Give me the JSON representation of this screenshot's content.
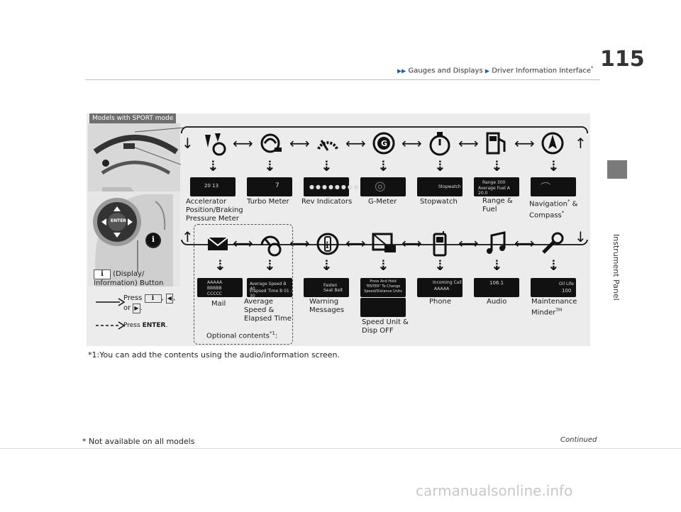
{
  "header": {
    "breadcrumb_1": "Gauges and Displays",
    "breadcrumb_2": "Driver Information Interface",
    "breadcrumb_star": "*"
  },
  "page_number": "115",
  "side_label": "Instrument Panel",
  "models_tag": "Models with SPORT mode",
  "top_row": [
    {
      "icon": "accelerator-meter-icon",
      "label": "Accelerator Position/Braking Pressure Meter"
    },
    {
      "icon": "turbo-meter-icon",
      "label": "Turbo Meter"
    },
    {
      "icon": "rev-indicator-icon",
      "label": "Rev Indicators"
    },
    {
      "icon": "g-meter-icon",
      "label": "G-Meter"
    },
    {
      "icon": "stopwatch-icon",
      "label": "Stopwatch"
    },
    {
      "icon": "fuel-pump-icon",
      "label": "Range & Fuel"
    },
    {
      "icon": "compass-icon",
      "label": "Navigation",
      "label_tail": "& Compass"
    }
  ],
  "bottom_row": [
    {
      "icon": "mail-icon",
      "label": "Mail"
    },
    {
      "icon": "speed-time-icon",
      "label": "Average Speed & Elapsed Time"
    },
    {
      "icon": "warning-icon",
      "label": "Warning Messages"
    },
    {
      "icon": "speed-unit-icon",
      "label": "Speed Unit & Disp OFF"
    },
    {
      "icon": "phone-icon",
      "label": "Phone"
    },
    {
      "icon": "music-note-icon",
      "label": "Audio"
    },
    {
      "icon": "wrench-icon",
      "label": "Maintenance Minder"
    }
  ],
  "screens": {
    "accel": "20 13",
    "turbo": "7",
    "stopwatch": "Stopwatch",
    "range": "Range 300",
    "range_2": "Average Fuel A 20.0",
    "avg_speed": "Average Speed B 40",
    "elapsed": "Elapsed Time B 01 : 30",
    "warning": "Fasten Seat Belt",
    "press_hold": "Press And Hold \"ENTER\" To Change Speed/Distance Units",
    "incoming": "Incoming Call",
    "caller": "AAAAA",
    "radio": "106.1",
    "oil": "Oil Life",
    "oil_pct": "100",
    "mail_rows": [
      "AAAAA",
      "BBBBB",
      "CCCCC"
    ]
  },
  "enter_label": "ENTER",
  "display_button_label": "(Display/ Information) Button",
  "optional_contents": "Optional contents",
  "optional_sup": "*1",
  "legend": {
    "press": "Press",
    "press_suffix": ",",
    "press_or": "or",
    "press_enter_prefix": "Press",
    "press_enter": "ENTER"
  },
  "footnote": "*1:You can add the contents using the audio/information screen.",
  "continued": "Continued",
  "not_available": "* Not available on all models",
  "watermark": "carmanualsonline.info",
  "maintenance_tm": "TM",
  "nav_star": "*",
  "compass_star": "*"
}
